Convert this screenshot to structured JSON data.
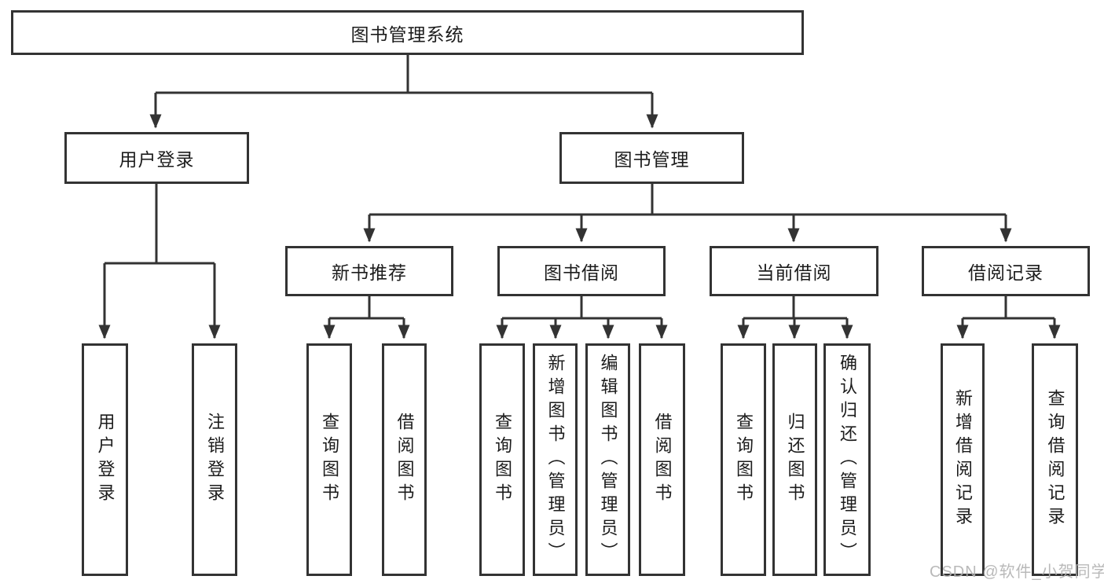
{
  "diagram": {
    "root_label": "图书管理系统",
    "level2": [
      {
        "label": "用户登录",
        "children": [
          {
            "label": "用户登录"
          },
          {
            "label": "注销登录"
          }
        ]
      },
      {
        "label": "图书管理",
        "children": [
          {
            "label": "新书推荐",
            "children": [
              {
                "label": "查询图书"
              },
              {
                "label": "借阅图书"
              }
            ]
          },
          {
            "label": "图书借阅",
            "children": [
              {
                "label": "查询图书"
              },
              {
                "label": "新增图书（管理员）"
              },
              {
                "label": "编辑图书（管理员）"
              },
              {
                "label": "借阅图书"
              }
            ]
          },
          {
            "label": "当前借阅",
            "children": [
              {
                "label": "查询图书"
              },
              {
                "label": "归还图书"
              },
              {
                "label": "确认归还（管理员）"
              }
            ]
          },
          {
            "label": "借阅记录",
            "children": [
              {
                "label": "新增借阅记录"
              },
              {
                "label": "查询借阅记录"
              }
            ]
          }
        ]
      }
    ],
    "line_color": "#333333"
  },
  "watermark": {
    "text": "CSDN @软件_小贺同学",
    "color": "#b2b2b2"
  }
}
